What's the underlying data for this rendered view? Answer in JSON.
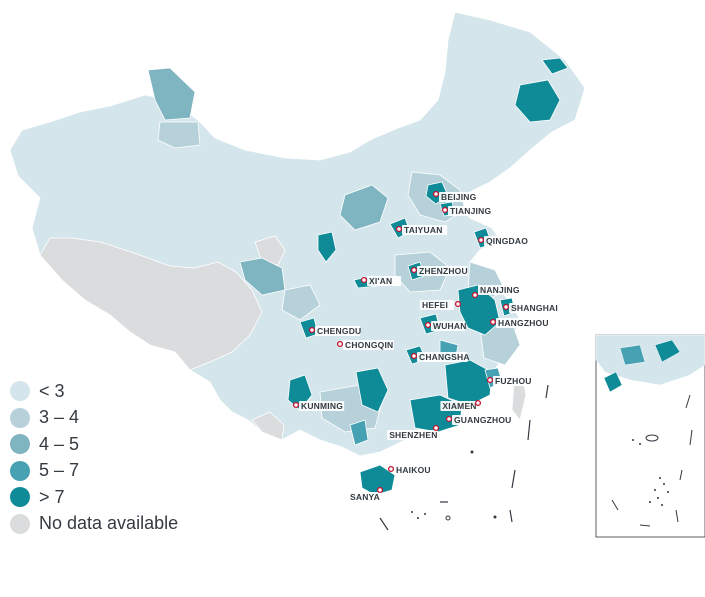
{
  "colors": {
    "lt3": "#d4e6ec",
    "c3_4": "#b6d1da",
    "c4_5": "#7fb4c1",
    "c5_7": "#46a2b3",
    "gt7": "#0f8b98",
    "nodata": "#dadcde",
    "border": "#ffffff",
    "marker": "#c8102e"
  },
  "legend": [
    {
      "label": "< 3",
      "color_key": "lt3"
    },
    {
      "label": "3 – 4",
      "color_key": "c3_4"
    },
    {
      "label": "4 – 5",
      "color_key": "c4_5"
    },
    {
      "label": "5 – 7",
      "color_key": "c5_7"
    },
    {
      "label": "> 7",
      "color_key": "gt7"
    },
    {
      "label": "No data available",
      "color_key": "nodata"
    }
  ],
  "cities": [
    {
      "name": "BEIJING"
    },
    {
      "name": "TIANJING"
    },
    {
      "name": "TAIYUAN"
    },
    {
      "name": "QINGDAO"
    },
    {
      "name": "ZHENZHOU"
    },
    {
      "name": "XI'AN"
    },
    {
      "name": "NANJING"
    },
    {
      "name": "HEFEI"
    },
    {
      "name": "SHANGHAI"
    },
    {
      "name": "WUHAN"
    },
    {
      "name": "HANGZHOU"
    },
    {
      "name": "CHENGDU"
    },
    {
      "name": "CHONGQIN"
    },
    {
      "name": "CHANGSHA"
    },
    {
      "name": "FUZHOU"
    },
    {
      "name": "KUNMING"
    },
    {
      "name": "XIAMEN"
    },
    {
      "name": "GUANGZHOU"
    },
    {
      "name": "SHENZHEN"
    },
    {
      "name": "HAIKOU"
    },
    {
      "name": "SANYA"
    }
  ]
}
